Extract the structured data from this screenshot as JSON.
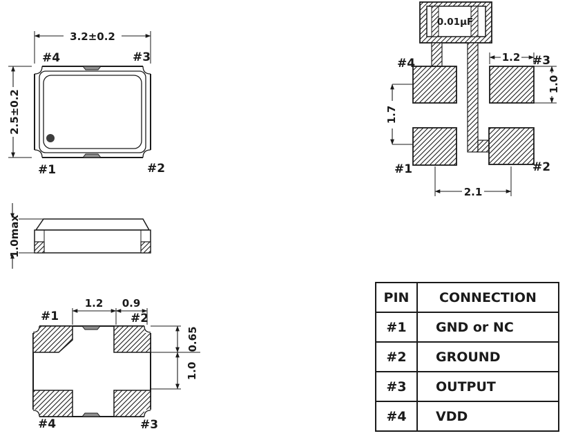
{
  "colors": {
    "line": "#1a1a1a",
    "background": "#ffffff",
    "marker_dot": "#3d3d3d"
  },
  "pins": {
    "p1": "#1",
    "p2": "#2",
    "p3": "#3",
    "p4": "#4"
  },
  "top_view": {
    "width_dim": "3.2±0.2",
    "height_dim": "2.5±0.2"
  },
  "side_view": {
    "height_dim": "1.0max"
  },
  "bottom_view": {
    "pad_inner_gap": "1.2",
    "pad_width": "0.9",
    "pad_height": "0.65",
    "pad_vertical_gap": "1.0"
  },
  "land_pattern": {
    "capacitor_value": "0.01μF",
    "pad_width": "1.2",
    "pad_height": "1.0",
    "vertical_pitch": "1.7",
    "horizontal_pitch": "2.1"
  },
  "pin_table": {
    "headers": [
      "PIN",
      "CONNECTION"
    ],
    "rows": [
      [
        "#1",
        "GND or NC"
      ],
      [
        "#2",
        "GROUND"
      ],
      [
        "#3",
        "OUTPUT"
      ],
      [
        "#4",
        "VDD"
      ]
    ]
  }
}
